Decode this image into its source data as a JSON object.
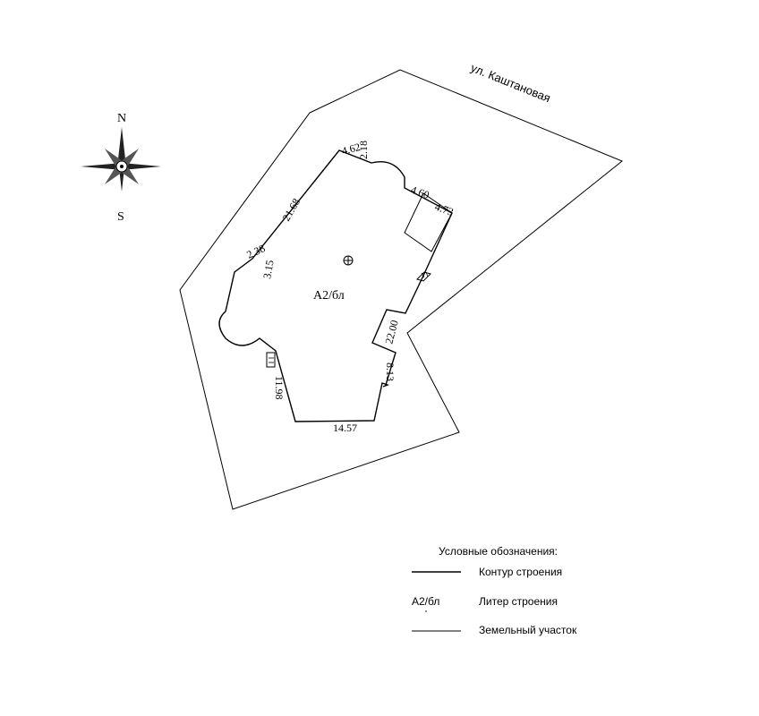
{
  "street_label": "ул. Каштановая",
  "compass": {
    "north": "N",
    "south": "S"
  },
  "building": {
    "liter": "А2/бл",
    "dimensions": [
      "4.62",
      "2.18",
      "4.60",
      "4.73",
      "21.68",
      "2.38",
      "3.15",
      "22.00",
      "8.13",
      "11.98",
      "14.57"
    ]
  },
  "legend": {
    "title": "Условные обозначения:",
    "items": [
      {
        "symbol": "line",
        "label": "Контур строения"
      },
      {
        "symbol": "А2/бл",
        "label": "Литер строения"
      },
      {
        "symbol": "line",
        "label": "Земельный участок"
      }
    ]
  }
}
